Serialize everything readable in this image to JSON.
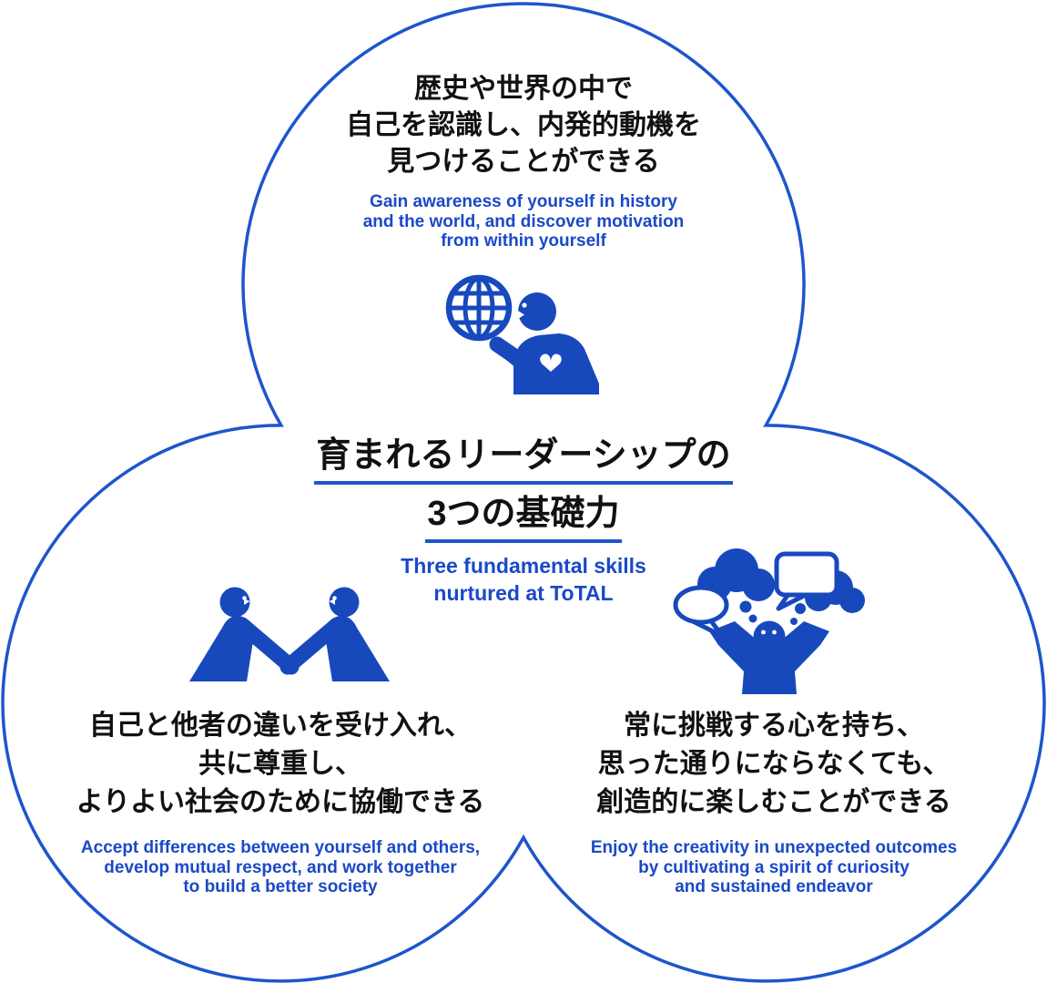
{
  "diagram": {
    "type": "three-circle-trefoil",
    "background": "#ffffff"
  },
  "colors": {
    "outline_blue": "#1d55cc",
    "accent_blue": "#1a49c8",
    "icon_blue": "#1749bd",
    "jp_text": "#111111",
    "white": "#ffffff"
  },
  "center": {
    "title_lines": [
      "育まれるリーダーシップの",
      "3つの基礎力"
    ],
    "subtitle_lines": [
      "Three fundamental skills",
      "nurtured at ToTAL"
    ]
  },
  "top_circle": {
    "icon": "globe-person-icon",
    "jp_lines": [
      "歴史や世界の中で",
      "自己を認識し、内発的動機を",
      "見つけることができる"
    ],
    "en_lines": [
      "Gain awareness of yourself in history",
      "and the world, and discover motivation",
      "from within yourself"
    ]
  },
  "left_circle": {
    "icon": "handshake-icon",
    "jp_lines": [
      "自己と他者の違いを受け入れ、",
      "共に尊重し、",
      "よりよい社会のために協働できる"
    ],
    "en_lines": [
      "Accept differences between yourself and others,",
      "develop mutual respect, and work together",
      "to build a better society"
    ]
  },
  "right_circle": {
    "icon": "thought-person-icon",
    "jp_lines": [
      "常に挑戦する心を持ち、",
      "思った通りにならなくても、",
      "創造的に楽しむことができる"
    ],
    "en_lines": [
      "Enjoy the creativity in unexpected outcomes",
      "by cultivating a spirit of curiosity",
      "and sustained endeavor"
    ]
  }
}
